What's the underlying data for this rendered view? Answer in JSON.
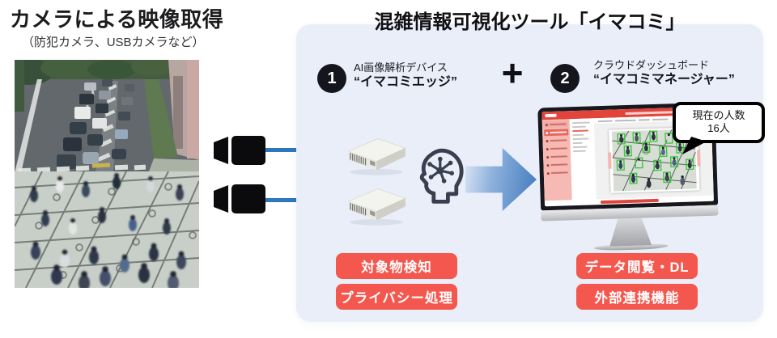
{
  "left_section": {
    "title": "カメラによる映像取得",
    "subtitle": "（防犯カメラ、USBカメラなど）"
  },
  "panel": {
    "title": "混雑情報可視化ツール「イマコミ」",
    "plus": "+",
    "steps": [
      {
        "number": "1",
        "device_type": "AI画像解析デバイス",
        "device_name": "“イマコミエッジ”",
        "features": [
          "対象物検知",
          "プライバシー処理"
        ]
      },
      {
        "number": "2",
        "device_type": "クラウドダッシュボード",
        "device_name": "“イマコミマネージャー”",
        "features": [
          "データ閲覧・DL",
          "外部連携機能"
        ]
      }
    ],
    "callout": {
      "line1": "現在の人数",
      "line2": "16人"
    }
  },
  "icons": [
    "camera-icon",
    "edge-device-icon",
    "ai-brain-icon",
    "plus-icon",
    "flow-arrow-icon",
    "monitor-icon",
    "speech-bubble"
  ],
  "colors": {
    "accent_red": "#f4574d",
    "panel_bg": "#e9eef9",
    "cable_blue": "#2e77bc",
    "step_circle": "#15151e",
    "dashboard_red": "#e2443b",
    "detection_green": "#35c838"
  }
}
